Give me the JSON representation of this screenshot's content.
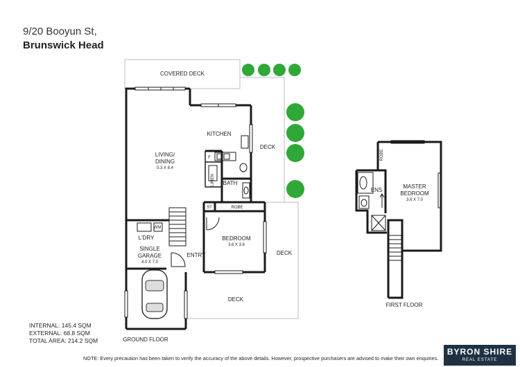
{
  "address": {
    "line1": "9/20 Booyun St,",
    "line2": "Brunswick Head"
  },
  "rooms": {
    "covered_deck": "COVERED DECK",
    "kitchen": "KITCHEN",
    "deck_right": "DECK",
    "living_dining": "LIVING/",
    "living_dining2": "DINING",
    "living_size": "5.3 X 8.4",
    "f": "F",
    "linen": "LINEN",
    "bath": "BATH",
    "st": "ST",
    "robe": "ROBE",
    "wm": "WM",
    "ldry": "L'DRY",
    "garage1": "SINGLE",
    "garage2": "GARAGE",
    "garage_size": "4.0 X 7.0",
    "entry": "ENTRY",
    "bedroom": "BEDROOM",
    "bedroom_size": "3.6 X 3.6",
    "deck_mid": "DECK",
    "deck_bottom": "DECK",
    "ground_floor": "GROUND FLOOR",
    "robe_upper": "ROBE",
    "ens": "ENS",
    "master1": "MASTER",
    "master2": "BEDROOM",
    "master_size": "3.6 X 7.0",
    "first_floor": "FIRST FLOOR"
  },
  "areas": {
    "internal": "INTERNAL: 145.4 SQM",
    "external": "EXTERNAL: 68.8 SQM",
    "total": "TOTAL AREA: 214.2 SQM"
  },
  "note": "NOTE: Every precaution has been taken to verify the accuracy of the above details. However, prospective purchasers are advised to make their own enquiries.",
  "logo": {
    "line1": "BYRON SHIRE",
    "line2": "REAL ESTATE"
  },
  "colors": {
    "walls": "#1a1a1a",
    "outline": "#bbbbbb",
    "tree": "#2fa838",
    "logo_bg": "#1f3243"
  }
}
